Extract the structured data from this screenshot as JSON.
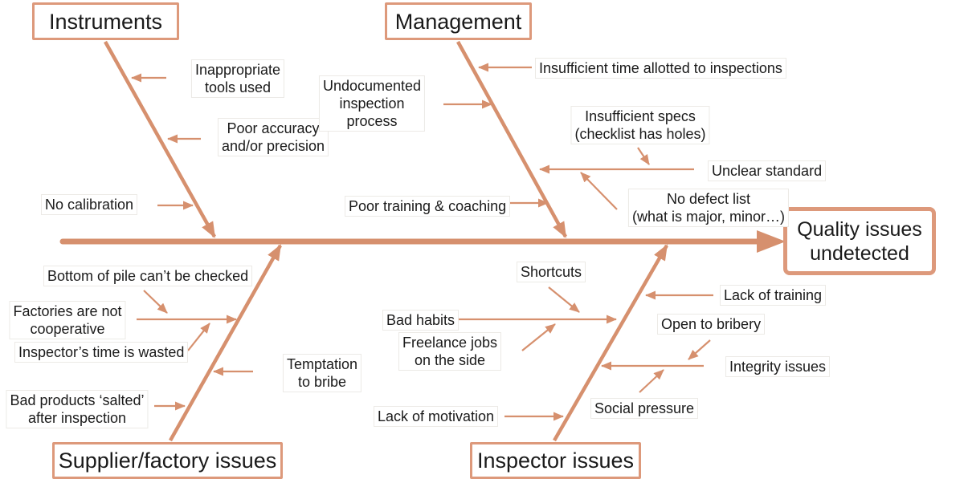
{
  "colors": {
    "line": "#D6906E",
    "box_border": "#DD997B",
    "text": "#1a1a1a"
  },
  "effect": {
    "label": "Quality issues\nundetected"
  },
  "categories": {
    "instruments": {
      "label": "Instruments"
    },
    "management": {
      "label": "Management"
    },
    "supplier": {
      "label": "Supplier/factory issues"
    },
    "inspector": {
      "label": "Inspector issues"
    }
  },
  "causes": {
    "inappropriate_tools": "Inappropriate\ntools used",
    "poor_accuracy": "Poor accuracy\nand/or precision",
    "no_calibration": "No calibration",
    "insufficient_time": "Insufficient time allotted to inspections",
    "undocumented": "Undocumented\ninspection\nprocess",
    "insufficient_specs": "Insufficient specs\n(checklist has holes)",
    "unclear_standard": "Unclear standard",
    "no_defect_list": "No defect list\n(what is major, minor…)",
    "poor_training": "Poor training & coaching",
    "bottom_pile": "Bottom of pile can’t be checked",
    "factories": "Factories are not\ncooperative",
    "inspectors_time": "Inspector’s time is wasted",
    "temptation": "Temptation\nto bribe",
    "bad_products": "Bad products ‘salted’\nafter inspection",
    "shortcuts": "Shortcuts",
    "bad_habits": "Bad habits",
    "freelance": "Freelance jobs\non the side",
    "lack_motivation": "Lack of motivation",
    "social_pressure": "Social pressure",
    "lack_training": "Lack of training",
    "open_bribery": "Open to bribery",
    "integrity": "Integrity issues"
  }
}
